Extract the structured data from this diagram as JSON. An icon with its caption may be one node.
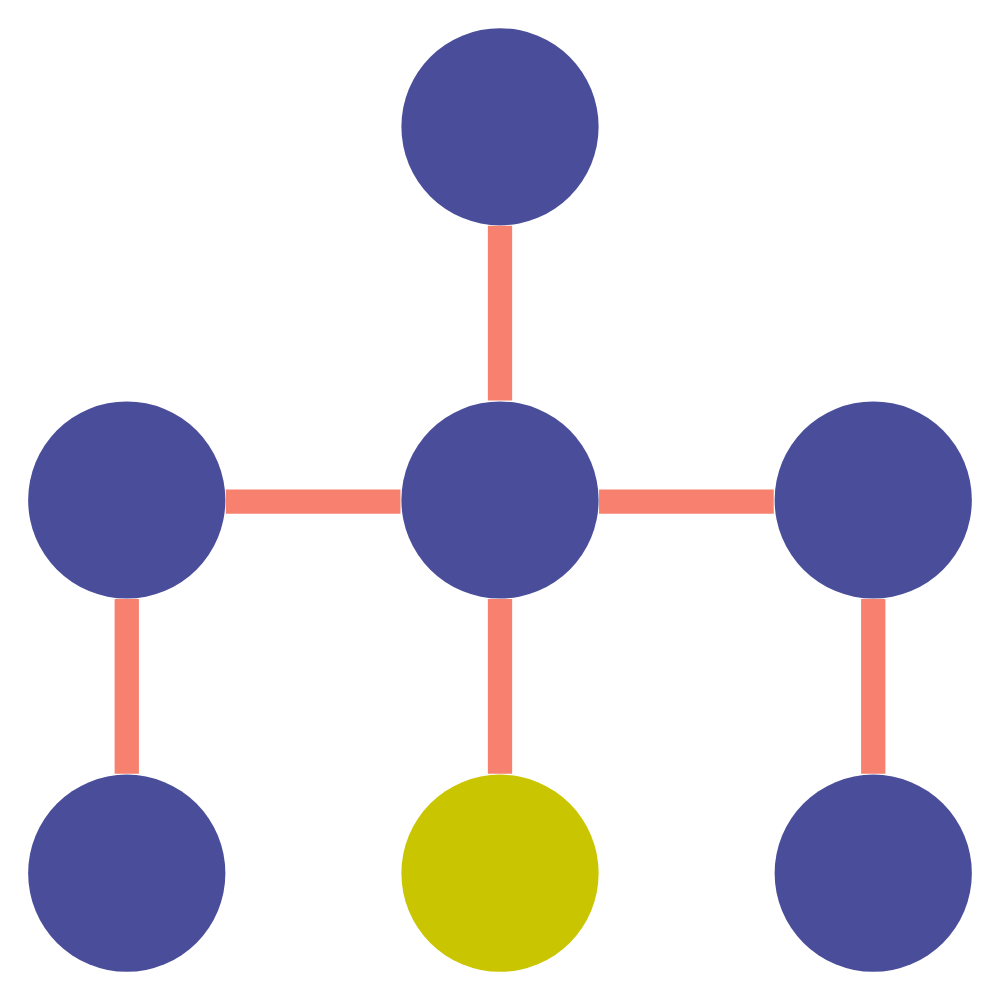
{
  "diagram": {
    "nodes": [
      {
        "text": [],
        "shape": "circle"
      },
      {
        "text": [],
        "shape": "circle"
      },
      {
        "text": [],
        "shape": "circle"
      },
      {
        "text": [],
        "shape": "circle"
      },
      {
        "text": [],
        "shape": "circle"
      },
      {
        "text": [],
        "shape": "circle"
      },
      {
        "text": [],
        "shape": "circle"
      }
    ],
    "edges": [
      {
        "from": 0,
        "to": 2,
        "arrow": "none"
      },
      {
        "from": 1,
        "to": 2,
        "arrow": "none"
      },
      {
        "from": 2,
        "to": 3,
        "arrow": "none"
      },
      {
        "from": 1,
        "to": 4,
        "arrow": "none"
      },
      {
        "from": 2,
        "to": 5,
        "arrow": "none"
      },
      {
        "from": 3,
        "to": 6,
        "arrow": "none"
      }
    ]
  }
}
